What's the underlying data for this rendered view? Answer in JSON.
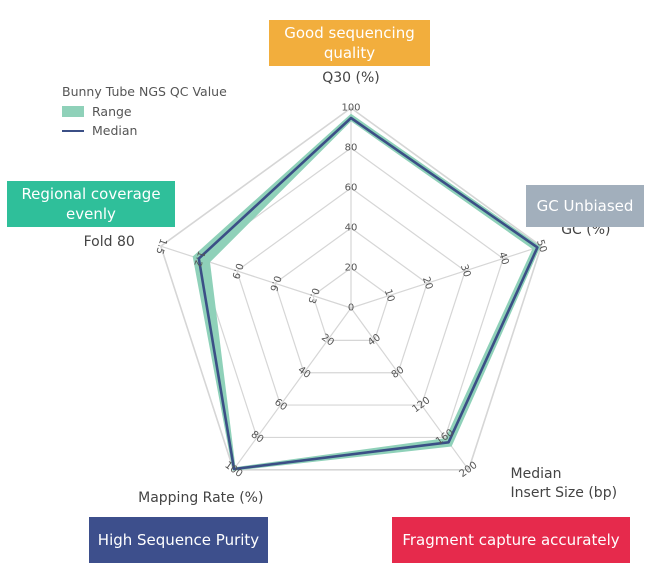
{
  "chart_data": {
    "type": "radar",
    "legend": {
      "title": "Bunny Tube NGS QC Value",
      "range_label": "Range",
      "median_label": "Median",
      "position": "top-left"
    },
    "colors": {
      "range": "#8fd1b9",
      "median": "#3b4f86",
      "grid": "#d6d6d6"
    },
    "axes": [
      {
        "name": "Q30 (%)",
        "badge": "Good sequencing quality",
        "badge_color": "#f2ae3d",
        "ticks": [
          "0",
          "20",
          "40",
          "60",
          "80",
          "100"
        ],
        "range": [
          0,
          100
        ],
        "median": 95,
        "range_min": 94,
        "range_max": 96.5
      },
      {
        "name": "GC (%)",
        "badge": "GC Unbiased",
        "badge_color": "#a2afbc",
        "ticks": [
          "10",
          "20",
          "30",
          "40",
          "50"
        ],
        "range": [
          0,
          50
        ],
        "median": 49,
        "range_min": 48,
        "range_max": 49.5
      },
      {
        "name": "Median Insert Size (bp)",
        "badge": "Fragment capture accurately",
        "badge_color": "#e62a4c",
        "ticks": [
          "40",
          "80",
          "120",
          "160",
          "200"
        ],
        "range": [
          0,
          200
        ],
        "median": 166,
        "range_min": 162,
        "range_max": 170
      },
      {
        "name": "Mapping Rate (%)",
        "badge": "High Sequence Purity",
        "badge_color": "#3d4f8c",
        "ticks": [
          "20",
          "40",
          "60",
          "80",
          "100"
        ],
        "range": [
          0,
          100
        ],
        "median": 99.5,
        "range_min": 99,
        "range_max": 100
      },
      {
        "name": "Fold 80",
        "badge": "Regional coverage evenly",
        "badge_color": "#2fbf9a",
        "ticks": [
          "0.3",
          "0.6",
          "0.9",
          "1.2",
          "1.5"
        ],
        "range": [
          0,
          1.5
        ],
        "median": 1.2,
        "range_min": 1.12,
        "range_max": 1.24
      }
    ]
  }
}
